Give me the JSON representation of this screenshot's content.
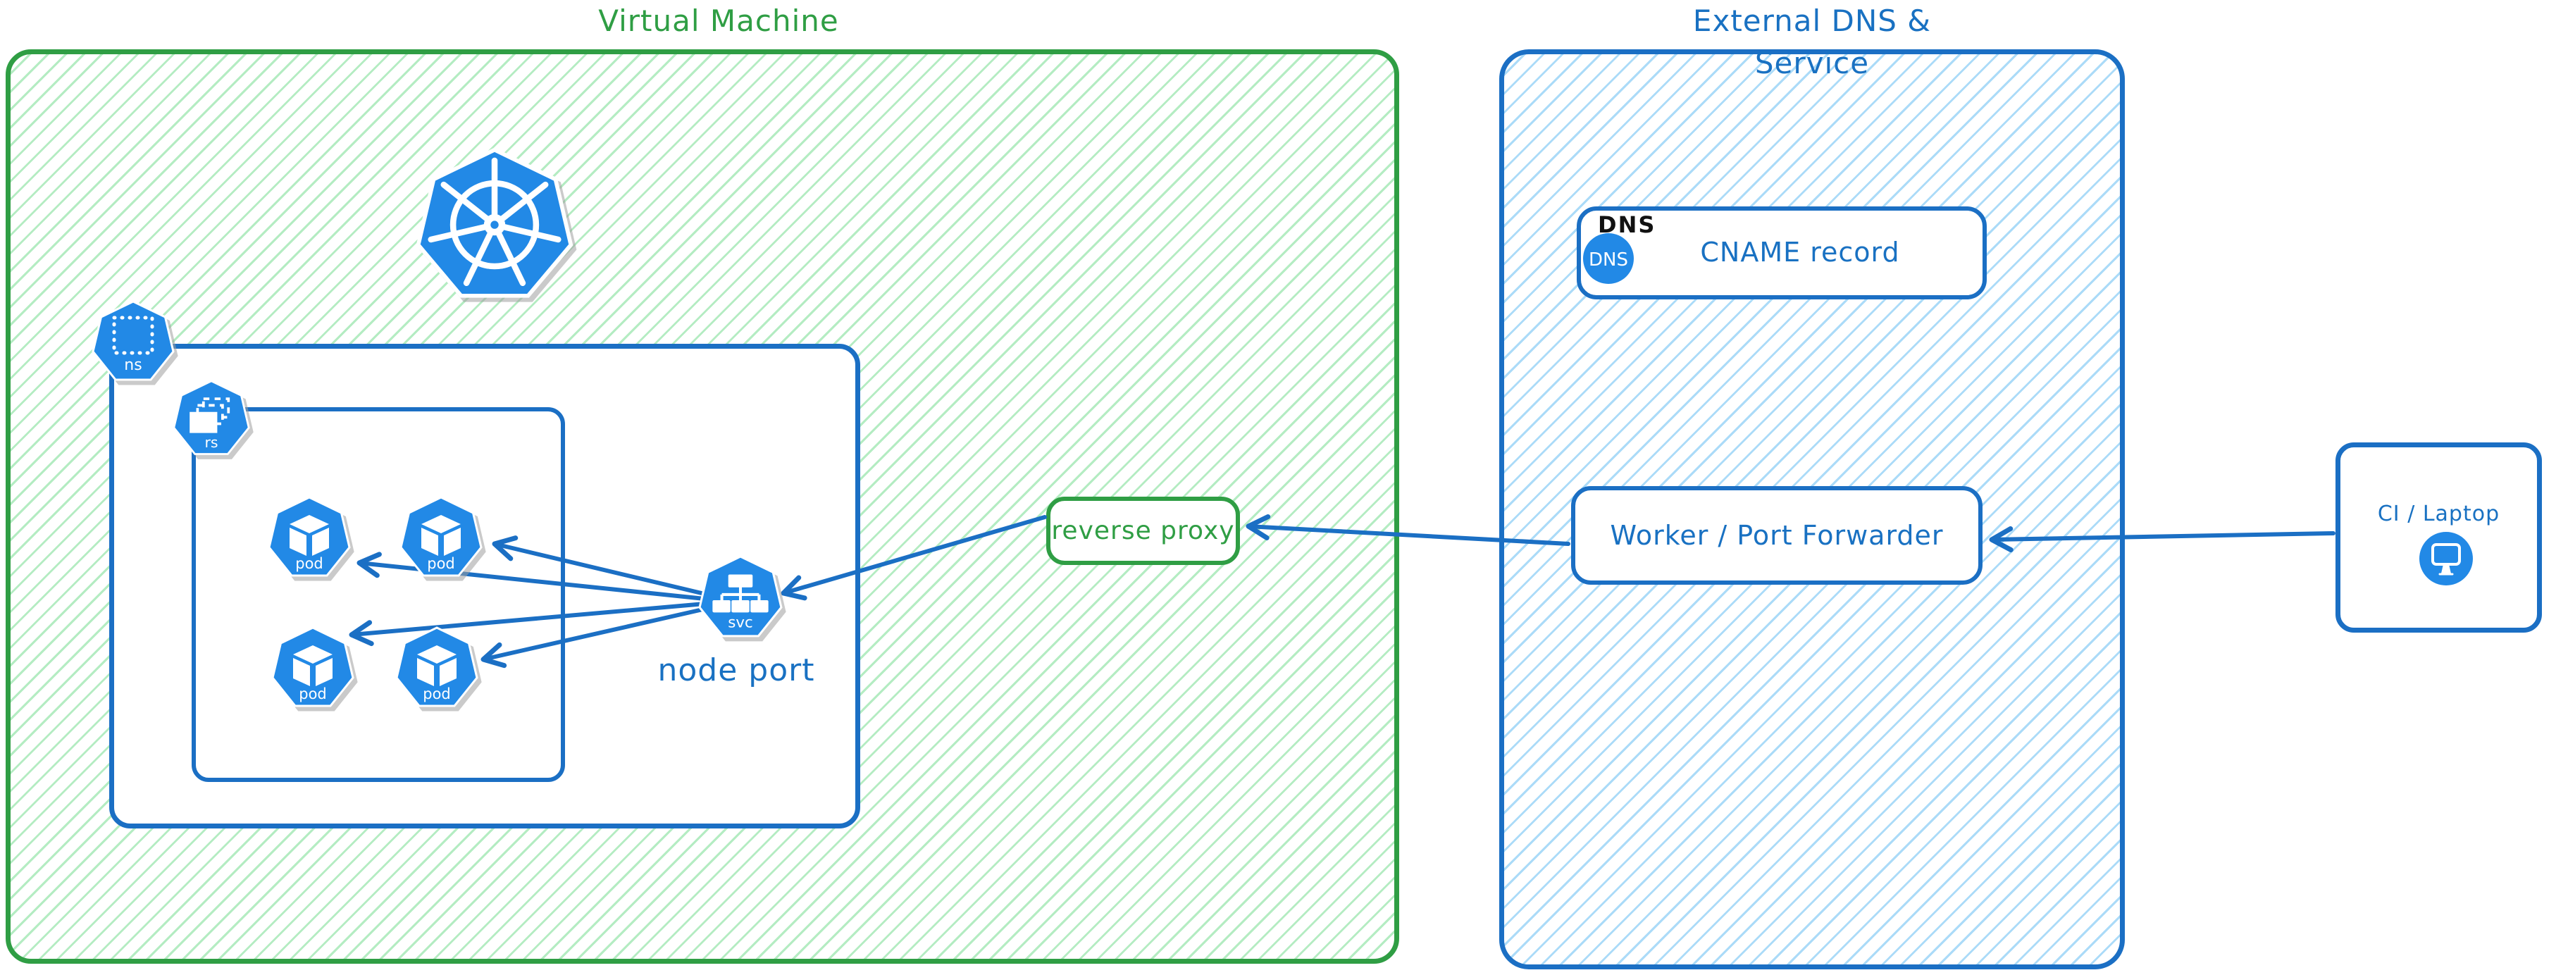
{
  "diagram_type": "kubernetes-architecture-diagram",
  "vm": {
    "title": "Virtual Machine",
    "kubernetes_logo_icon": "kubernetes-helm-wheel",
    "ns_badge": "ns",
    "rs_badge": "rs",
    "pods": [
      "pod",
      "pod",
      "pod",
      "pod"
    ],
    "svc_badge": "svc",
    "node_port_label": "node port",
    "reverse_proxy_label": "reverse proxy"
  },
  "external": {
    "title": "External DNS & Service",
    "dns_caption": "DNS",
    "dns_badge": "DNS",
    "cname_label": "CNAME record",
    "worker_label": "Worker / Port Forwarder"
  },
  "client": {
    "label": "CI / Laptop",
    "icon": "monitor-icon"
  },
  "connections": [
    {
      "from": "svc node port",
      "to": "pod 1",
      "style": "arrow"
    },
    {
      "from": "svc node port",
      "to": "pod 2",
      "style": "arrow"
    },
    {
      "from": "svc node port",
      "to": "pod 3",
      "style": "arrow"
    },
    {
      "from": "svc node port",
      "to": "pod 4",
      "style": "arrow"
    },
    {
      "from": "reverse proxy",
      "to": "svc node port",
      "style": "arrow"
    },
    {
      "from": "Worker / Port Forwarder",
      "to": "reverse proxy",
      "style": "arrow"
    },
    {
      "from": "CI / Laptop",
      "to": "Worker / Port Forwarder",
      "style": "arrow"
    }
  ],
  "colors": {
    "green": "#2f9e44",
    "green_hatch": "#b4ecc2",
    "blue": "#1971c2",
    "blue_border": "#1b6fc4",
    "blue_hatch": "#abdbf8",
    "icon_blue": "#2289e6",
    "caption_black": "#111111",
    "background": "#ffffff"
  }
}
